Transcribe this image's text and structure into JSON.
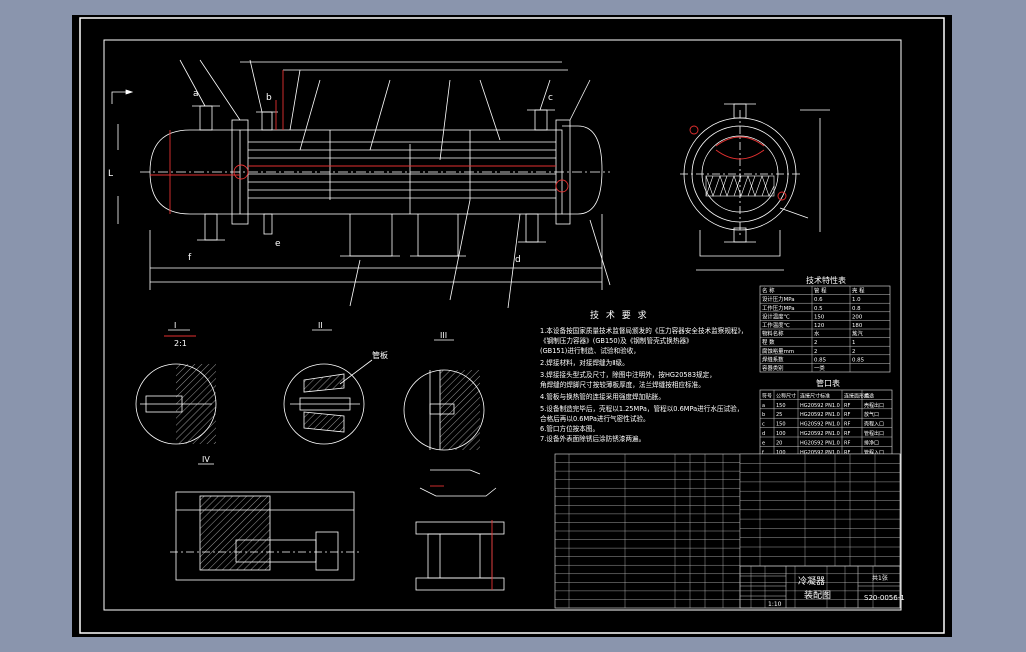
{
  "colors": {
    "background": "#8a95ad",
    "sheet": "#000000",
    "lines": "#ffffff",
    "accent_red": "#e53030",
    "table_line": "#c8c8c8"
  },
  "drawing": {
    "section_labels": {
      "a": "a",
      "b": "b",
      "c": "c",
      "d": "d",
      "e": "e",
      "f": "f",
      "L": "L"
    },
    "tech_requirements": {
      "title": "技 术 要 求",
      "lines": [
        "1.本设备按国家质量技术监督局颁发的《压力容器安全技术监察规程》，",
        "《钢制压力容器》(GB150)及《钢制管壳式换热器》",
        "(GB151)进行制造、试验和验收，",
        "2.焊接材料，对接焊缝为Ⅱ级。",
        "3.焊接接头型式及尺寸，除图中注明外，按HG20583规定，",
        "角焊缝的焊脚尺寸按较薄板厚度，法兰焊缝按相应标准。",
        "4.管板与换热管的连接采用强度焊加贴胀。",
        "5.设备制造完毕后，壳程以1.25MPa，管程以0.6MPa进行水压试验，",
        "合格后再以0.6MPa进行气密性试验。",
        "6.管口方位按本图。",
        "7.设备外表面除锈后涂防锈漆两遍。"
      ]
    },
    "tech_table": {
      "title": "技术特性表",
      "headers": [
        "名 称",
        "管 程",
        "壳 程"
      ],
      "rows": [
        [
          "设计压力MPa",
          "0.6",
          "1.0"
        ],
        [
          "工作压力MPa",
          "0.5",
          "0.8"
        ],
        [
          "设计温度℃",
          "150",
          "200"
        ],
        [
          "工作温度℃",
          "120",
          "180"
        ],
        [
          "物料名称",
          "水",
          "蒸汽"
        ],
        [
          "程 数",
          "2",
          "1"
        ],
        [
          "腐蚀裕量mm",
          "2",
          "2"
        ],
        [
          "焊缝系数",
          "0.85",
          "0.85"
        ],
        [
          "容器类别",
          "一类",
          ""
        ]
      ]
    },
    "nozzle_table": {
      "title": "管口表",
      "headers": [
        "符号",
        "公称尺寸",
        "连接尺寸标准",
        "连接面形式",
        "用途"
      ],
      "rows": [
        [
          "a",
          "150",
          "HG20592 PN1.0",
          "RF",
          "壳程出口"
        ],
        [
          "b",
          "25",
          "HG20592 PN1.0",
          "RF",
          "放气口"
        ],
        [
          "c",
          "150",
          "HG20592 PN1.0",
          "RF",
          "壳程入口"
        ],
        [
          "d",
          "100",
          "HG20592 PN1.0",
          "RF",
          "管程出口"
        ],
        [
          "e",
          "20",
          "HG20592 PN1.0",
          "RF",
          "排净口"
        ],
        [
          "f",
          "100",
          "HG20592 PN1.0",
          "RF",
          "管程入口"
        ]
      ]
    },
    "title_block": {
      "name_line1": "冷凝器",
      "name_line2": "装配图",
      "drawing_no": "S20-0056-1",
      "scale": "1:10",
      "sheet": "共1张"
    },
    "detail_labels": {
      "I": "I",
      "II": "II",
      "III": "III",
      "IV": "IV",
      "scale_label": "2:1",
      "partname": "管板"
    }
  }
}
